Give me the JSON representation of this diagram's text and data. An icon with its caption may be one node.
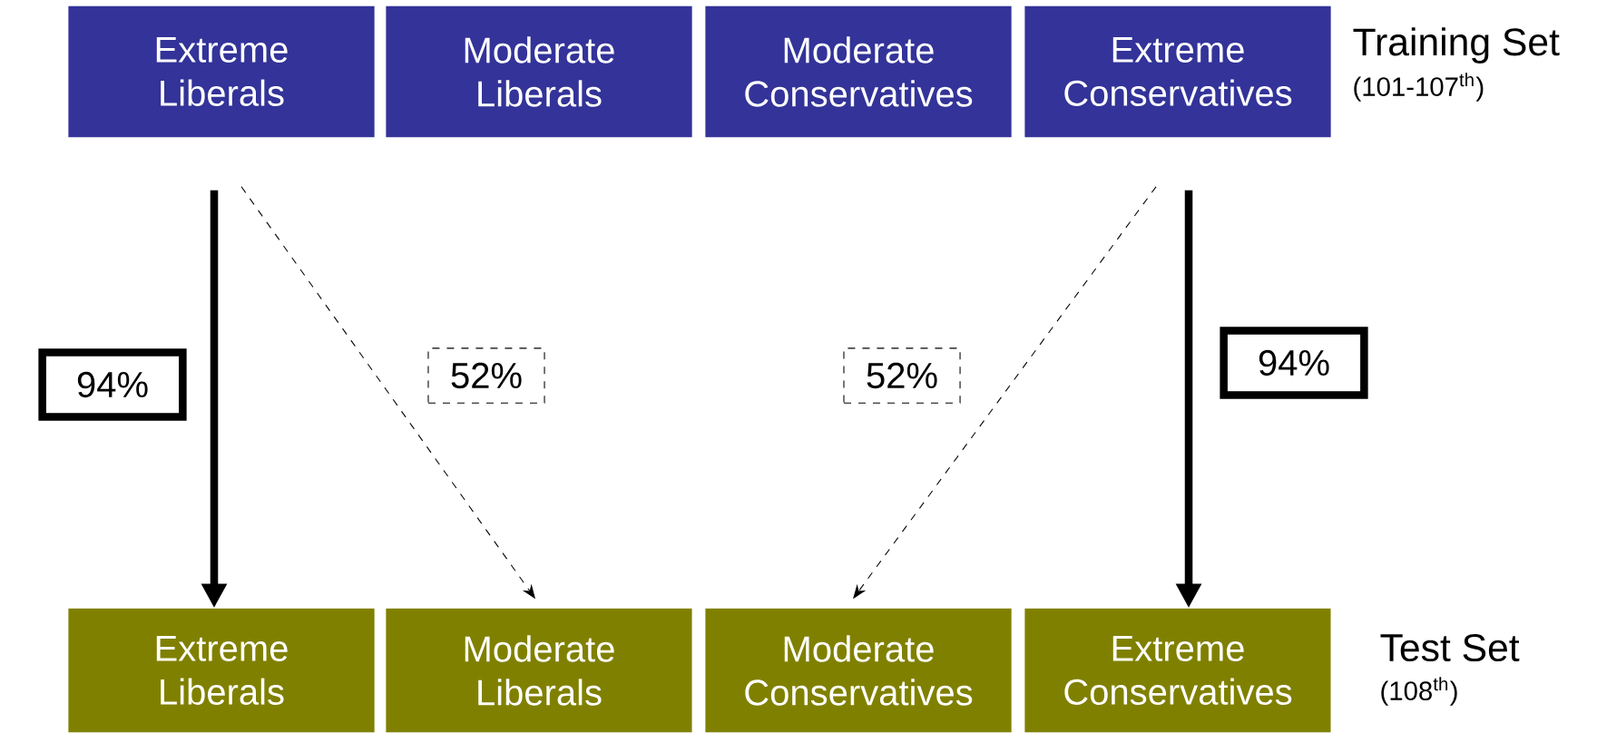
{
  "diagram": {
    "nodes": [
      {
        "text": [
          "Extreme Liberals"
        ]
      },
      {
        "text": [
          "Moderate Liberals"
        ]
      },
      {
        "text": [
          "Moderate Conservatives"
        ]
      },
      {
        "text": [
          "Extreme Conservatives"
        ]
      },
      {
        "text": [
          "Extreme Liberals"
        ]
      },
      {
        "text": [
          "Moderate Liberals"
        ]
      },
      {
        "text": [
          "Moderate Conservatives"
        ]
      },
      {
        "text": [
          "Extreme Conservatives"
        ]
      }
    ],
    "edges": [
      {
        "from": 0,
        "to": 4,
        "arrow": "to",
        "style": "thick",
        "label": "94%"
      },
      {
        "from": 0,
        "to": 5,
        "arrow": "to",
        "style": "dashed",
        "label": "52%"
      },
      {
        "from": 3,
        "to": 6,
        "arrow": "to",
        "style": "dashed",
        "label": "52%"
      },
      {
        "from": 3,
        "to": 7,
        "arrow": "to",
        "style": "thick",
        "label": "94%"
      }
    ],
    "labels": [
      "Training Set",
      "(101-107$^{th}$)",
      "Test Set",
      "(108$^{th}$)"
    ]
  }
}
